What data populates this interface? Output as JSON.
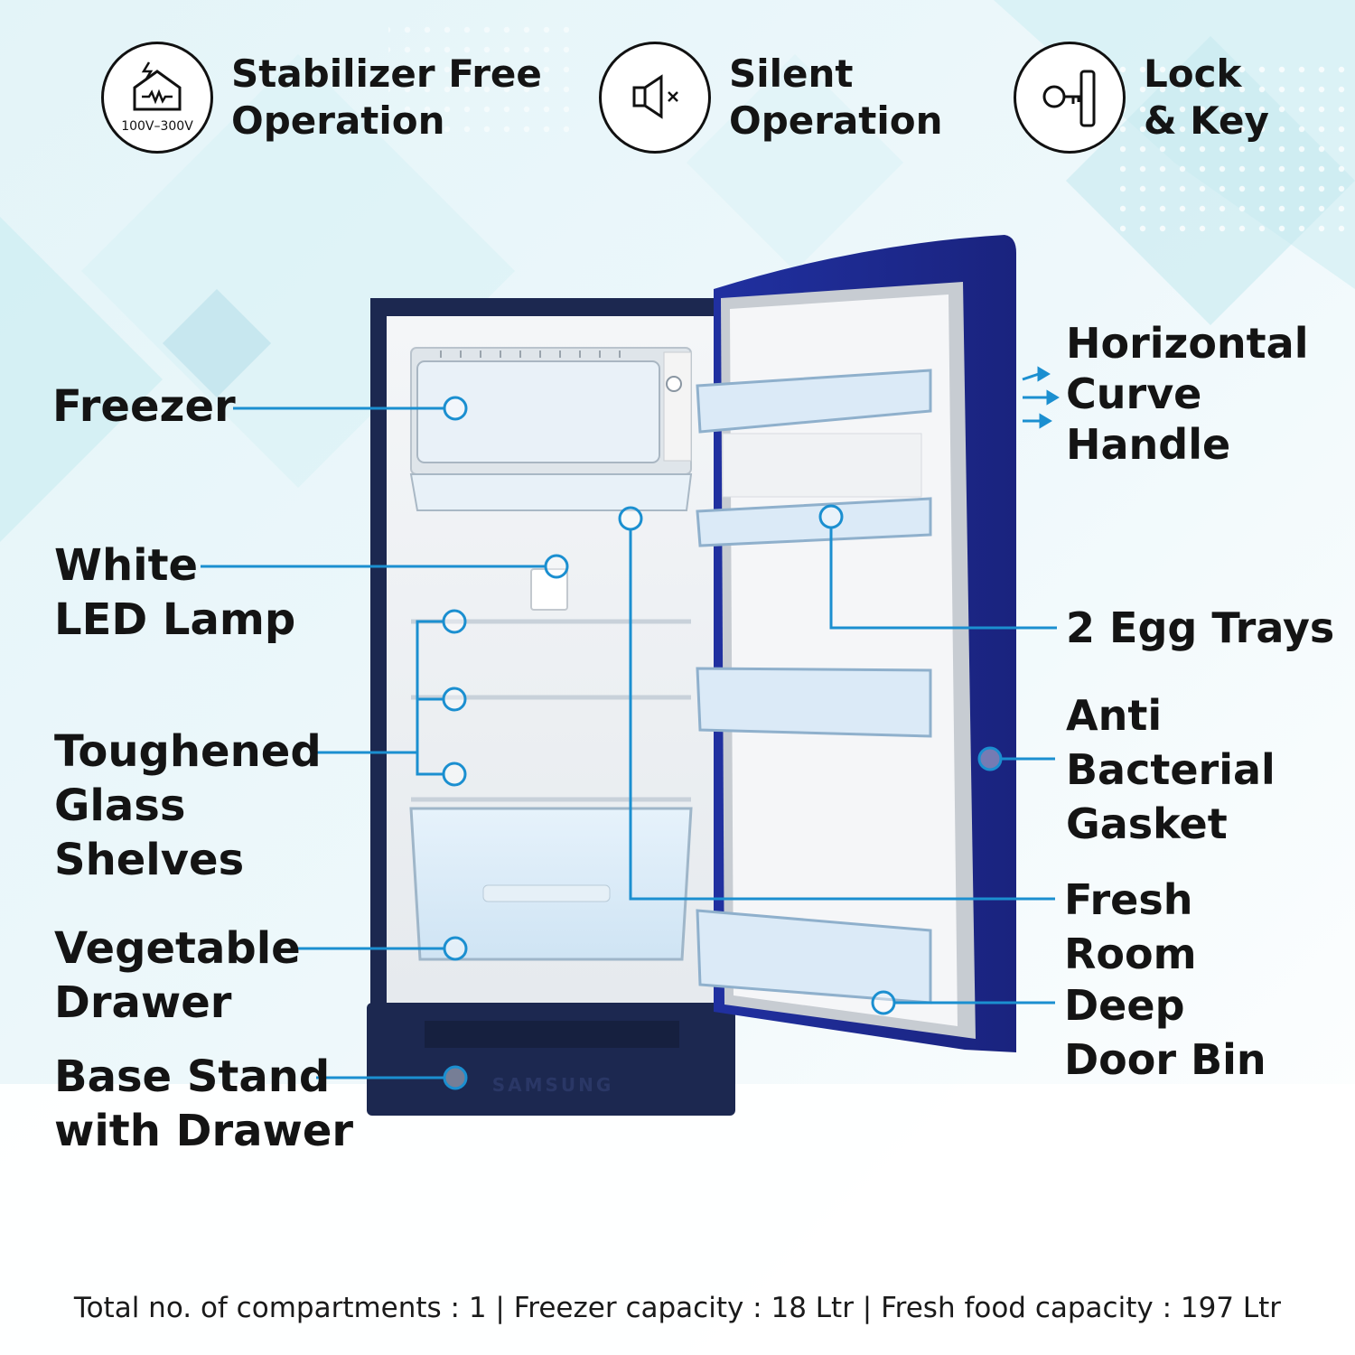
{
  "features": [
    {
      "icon": "voltage-house-icon",
      "badge": "100V–300V",
      "text": "Stabilizer Free\nOperation"
    },
    {
      "icon": "speaker-mute-icon",
      "text": "Silent\nOperation"
    },
    {
      "icon": "lock-key-icon",
      "text": "Lock\n& Key"
    }
  ],
  "callouts": {
    "freezer": "Freezer",
    "led_lamp": "White\nLED Lamp",
    "glass_shelves": "Toughened\nGlass\nShelves",
    "vegetable_drawer": "Vegetable\nDrawer",
    "base_stand": "Base Stand\nwith Drawer",
    "handle": "Horizontal\nCurve\nHandle",
    "egg_trays": "2 Egg Trays",
    "gasket": "Anti\nBacterial\nGasket",
    "fresh_room": "Fresh\nRoom",
    "door_bin": "Deep\nDoor Bin"
  },
  "brand": "SAMSUNG",
  "footer": "Total no. of compartments : 1 | Freezer capacity : 18 Ltr | Fresh food capacity : 197 Ltr",
  "colors": {
    "accent": "#1b8fd0",
    "fridge_body": "#1c2850",
    "door_blue": "#1e3aa8",
    "text": "#141414"
  }
}
